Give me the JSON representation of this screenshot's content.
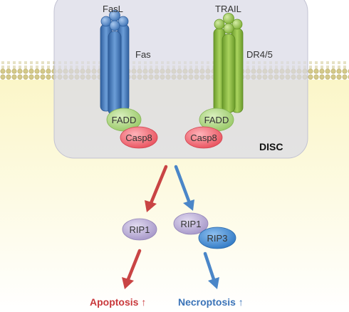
{
  "receptors": {
    "fas": {
      "ligand": "FasL",
      "receptor": "Fas"
    },
    "trail": {
      "ligand": "TRAIL",
      "receptor": "DR4/5"
    }
  },
  "adaptor": "FADD",
  "caspase": "Casp8",
  "complex": "DISC",
  "pathway_left": {
    "protein": "RIP1"
  },
  "pathway_right": {
    "protein_a": "RIP1",
    "protein_b": "RIP3"
  },
  "outcomes": {
    "left": "Apoptosis ↑",
    "right": "Necroptosis ↑"
  },
  "colors": {
    "fas_receptor": "#4a7fc0",
    "trail_receptor": "#8cbd3e",
    "fadd": "#a8d27a",
    "casp8": "#ee5a66",
    "rip1": "#b6a9d3",
    "rip3": "#3d86cc",
    "apoptosis": "#c9383b",
    "necroptosis": "#3a73b8",
    "arrow_red": "#c94444",
    "arrow_blue": "#4a86c8"
  }
}
